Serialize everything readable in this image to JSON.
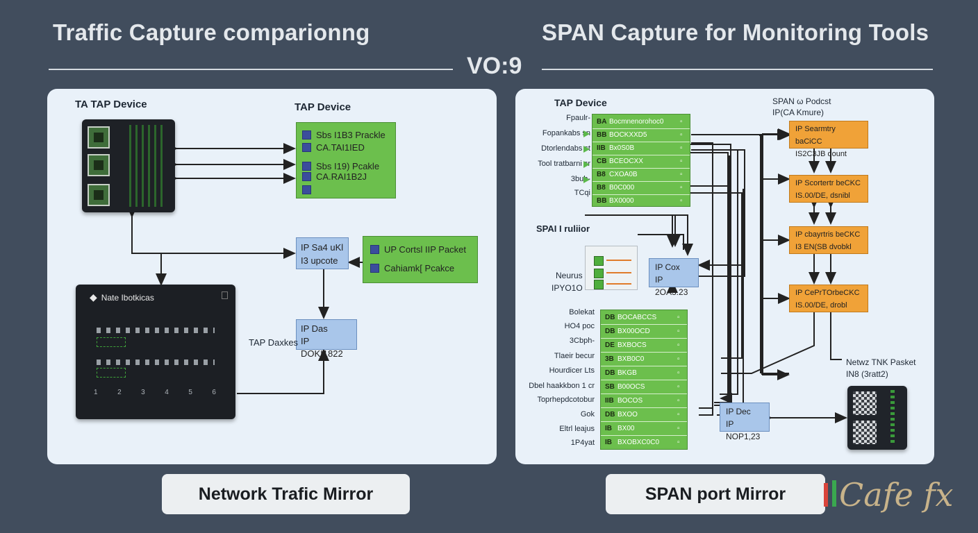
{
  "header": {
    "left_title": "Traffic Capture comparionng",
    "right_title": "SPAN Capture for Monitoring Tools",
    "center_tag": "VO:9"
  },
  "left_panel": {
    "ta_tap_label": "TA TAP Device",
    "tap_device_label": "TAP Device",
    "green_top": {
      "lines": [
        "Sbs I1B3 Prackle",
        "CA.TAI1IED",
        "Sbs I19) Pcakle",
        "CA.RAI1B2J",
        ""
      ]
    },
    "ip_update_box": [
      "IP Sa4 uKl",
      "I3 upcote"
    ],
    "green_mid": {
      "lines": [
        "UP Cortsl IIP Packet",
        "Cahiamk[ Pcakce"
      ]
    },
    "ip_das_box": [
      "IP Das",
      "IP DOKI1822"
    ],
    "tap_daxkes_label": "TAP Daxkes",
    "switch_brand": "Nate Ibotkicas",
    "switch_port_nums": [
      "1",
      "2",
      "3",
      "4",
      "5",
      "6"
    ]
  },
  "right_panel": {
    "tap_device_label": "TAP Device",
    "span_header": [
      "SPAN ω Podcst",
      "IP(CA Kmure)"
    ],
    "left_labels_top": [
      "Fpaulr-",
      "Fopankabs sn",
      "Dtorlendabs st",
      "Tool tratbarni sr",
      "3bub-",
      "TCqi"
    ],
    "table_top": [
      {
        "k": "BA",
        "v": "Bocmnenorohoc0"
      },
      {
        "k": "BB",
        "v": "BOCKXXD5"
      },
      {
        "k": "IIB",
        "v": "Bx0S0B"
      },
      {
        "k": "CB",
        "v": "BCEOCXX"
      },
      {
        "k": "B8",
        "v": "CXOA0B"
      },
      {
        "k": "B8",
        "v": "B0C000"
      },
      {
        "k": "BB",
        "v": "BX0000"
      }
    ],
    "span_mirror_label": "SPAI I ruliior",
    "neurus_label": [
      "Neurus",
      "IPYO1O"
    ],
    "ip_cox_box": [
      "IP Cox",
      "IP 2OA3.23"
    ],
    "left_labels_bottom": [
      "Bolekat",
      "HO4 poc",
      "3Cbph-",
      "Tlaeir becur",
      "Hourdicer Lts",
      "Dbel haakkbon 1 cr",
      "Toprhepdcotobur",
      "Gok",
      "Eltrl leajus",
      "1P4yat"
    ],
    "table_bottom": [
      {
        "k": "DB",
        "v": "BOCABCCS"
      },
      {
        "k": "DB",
        "v": "BX00OCD"
      },
      {
        "k": "DE",
        "v": "BXBOCS"
      },
      {
        "k": "3B",
        "v": "BXB0C0"
      },
      {
        "k": "DB",
        "v": "BKGB"
      },
      {
        "k": "SB",
        "v": "B00OCS"
      },
      {
        "k": "IIB",
        "v": "BOCOS"
      },
      {
        "k": "DB",
        "v": "BXOO"
      },
      {
        "k": "IB",
        "v": "BX00"
      },
      {
        "k": "IB",
        "v": "BXOBXC0C0"
      }
    ],
    "orange_boxes": [
      [
        "IP Searmtry baCiCC",
        "IS2C3JB dount"
      ],
      [
        "IP Scortertr beCKC",
        "IS.00/DE, dsnibl"
      ],
      [
        "IP cbayrtris beCKC",
        "I3 EN(SB dvobkl"
      ],
      [
        "IP CePrTOrbeCKC",
        "IS.00/DE, drobl"
      ]
    ],
    "ip_dec_box": [
      "IP Dec",
      "IP NOP1,23"
    ],
    "switch_caption": [
      "Netwz TNK Pasket",
      "IN8 (3ratt2)"
    ]
  },
  "footer": {
    "left_button": "Network Trafic Mirror",
    "right_button": "SPAN port Mirror",
    "logo_text": "Cafe fx"
  },
  "colors": {
    "background": "#414d5d",
    "panel": "#e9f1f9",
    "green": "#6cbf4d",
    "blue": "#a9c6ea",
    "orange": "#f0a238"
  }
}
